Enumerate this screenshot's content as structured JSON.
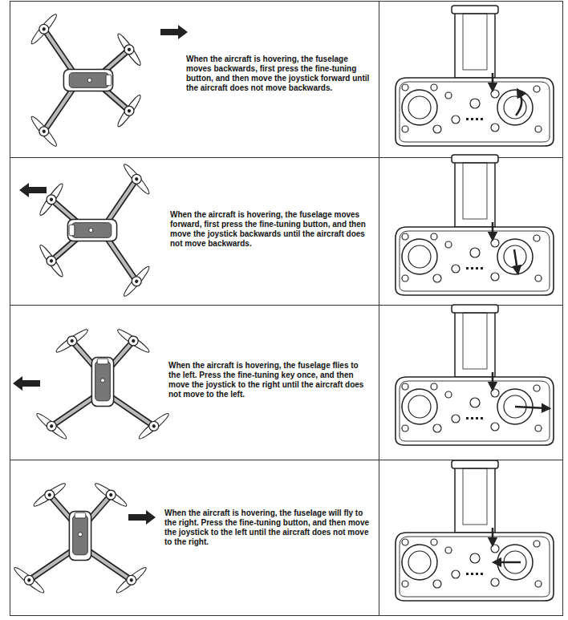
{
  "diagram": {
    "labels": [
      "When the aircraft is hovering, the fuselage moves backwards, first press the fine-tuning button, and then move the joystick forward until the aircraft does not move backwards.",
      "When the aircraft is hovering, the fuselage moves forward, first press the fine-tuning button, and then move the joystick backwards until the aircraft does not move backwards.",
      "When the aircraft is hovering, the fuselage flies to the left. Press the fine-tuning key once, and then move the joystick to the right until the aircraft does not move to the left.",
      "When the aircraft is hovering, the fuselage will fly to the right. Press the fine-tuning button, and then move the joystick to the left until the aircraft does not move to the right."
    ]
  }
}
